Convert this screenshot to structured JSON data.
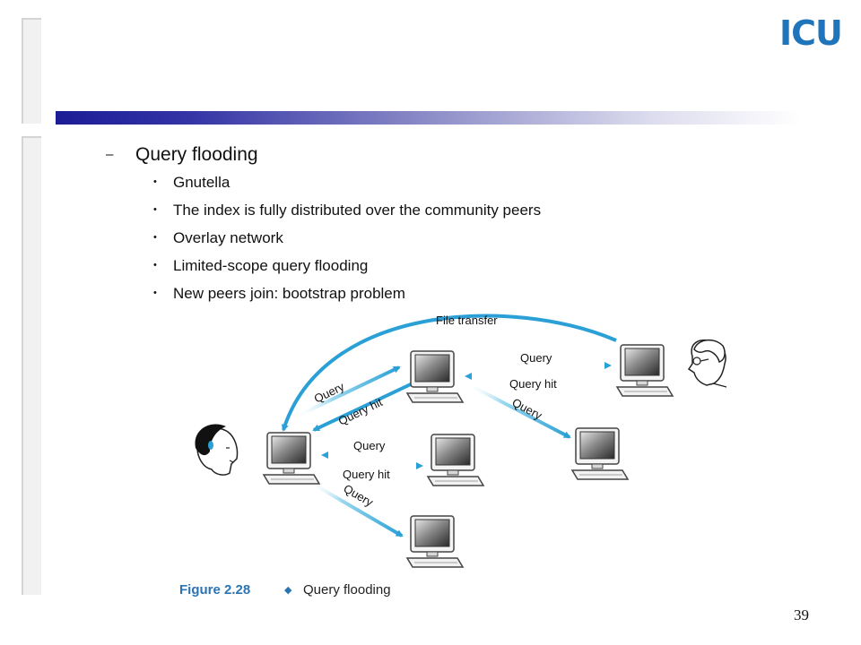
{
  "logo": {
    "text": "ICU"
  },
  "outline": {
    "heading": "Query flooding",
    "heading_marker": "–",
    "bullet_marker": "•",
    "bullets": [
      "Gnutella",
      "The index is fully distributed over the community peers",
      "Overlay network",
      "Limited-scope query flooding",
      "New peers join: bootstrap problem"
    ]
  },
  "figure": {
    "labels": {
      "file_transfer": "File transfer",
      "query_a": "Query",
      "query_hit_a": "Query hit",
      "query_b": "Query",
      "query_hit_b": "Query hit",
      "query_c": "Query",
      "query_d": "Query",
      "query_hit_d": "Query hit",
      "query_e": "Query"
    },
    "caption": {
      "number": "Figure 2.28",
      "separator": "◆",
      "title": "Query flooding"
    },
    "colors": {
      "arrow": "#2aa0d6",
      "arrow_light": "#9ad8f0",
      "caption": "#2b74b4"
    }
  },
  "page_number": "39",
  "colors": {
    "logo": "#1f74ba",
    "band_start": "#1c1c96",
    "band_end": "#ffffff"
  }
}
